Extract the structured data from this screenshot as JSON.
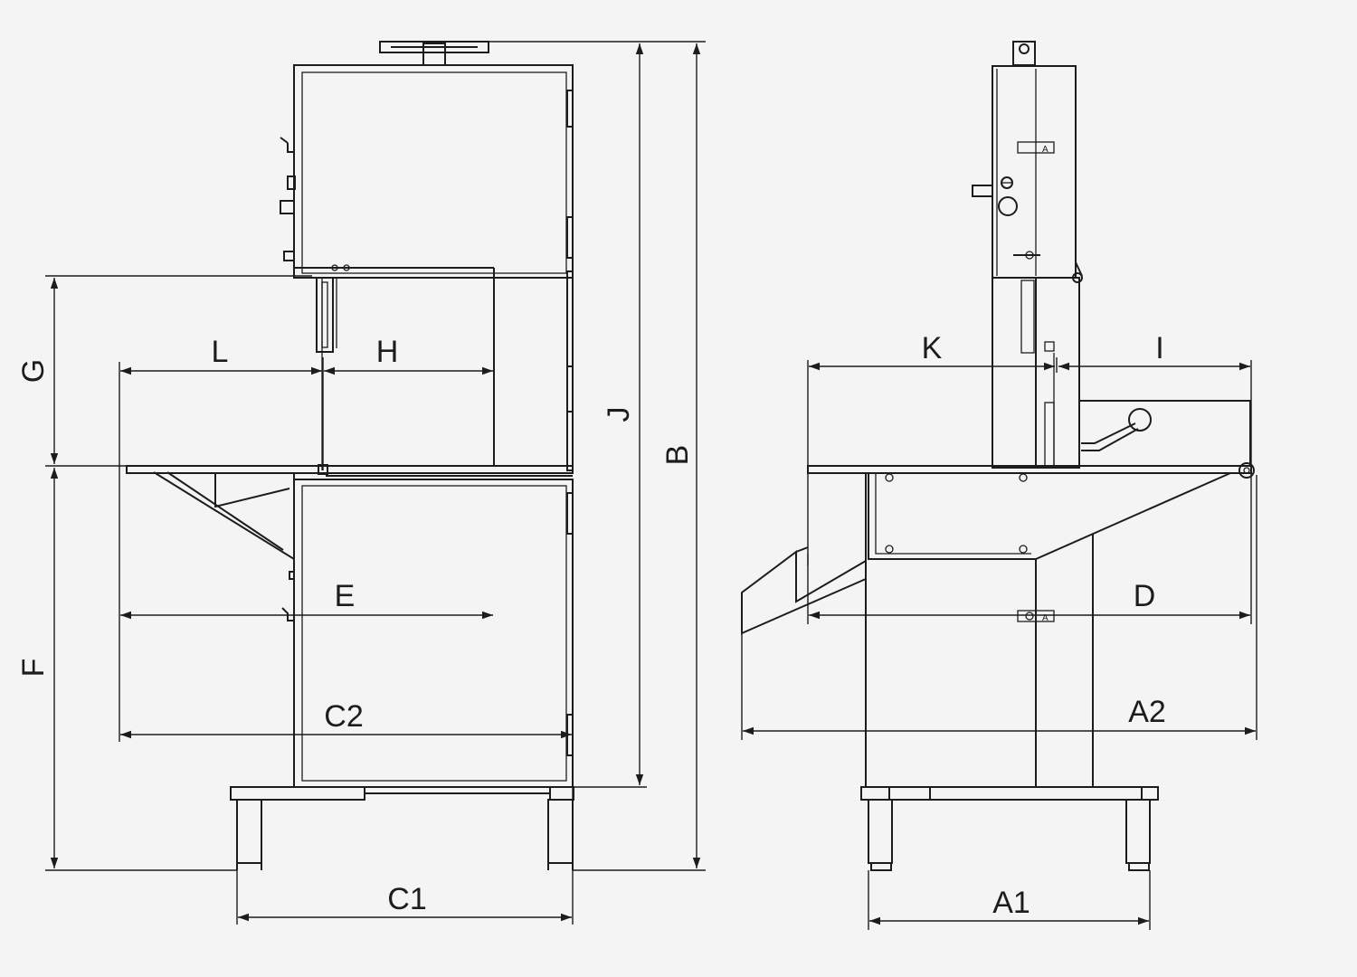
{
  "labels": {
    "G": "G",
    "L": "L",
    "H": "H",
    "J": "J",
    "B": "B",
    "E": "E",
    "F": "F",
    "C2": "C2",
    "C1": "C1",
    "K": "K",
    "I": "I",
    "D": "D",
    "A2": "A2",
    "A1": "A1"
  },
  "small_marks": {
    "upper_latch": "A",
    "lower_latch": "A"
  },
  "colors": {
    "background": "#f4f4f4",
    "line": "#1c1c1c"
  }
}
